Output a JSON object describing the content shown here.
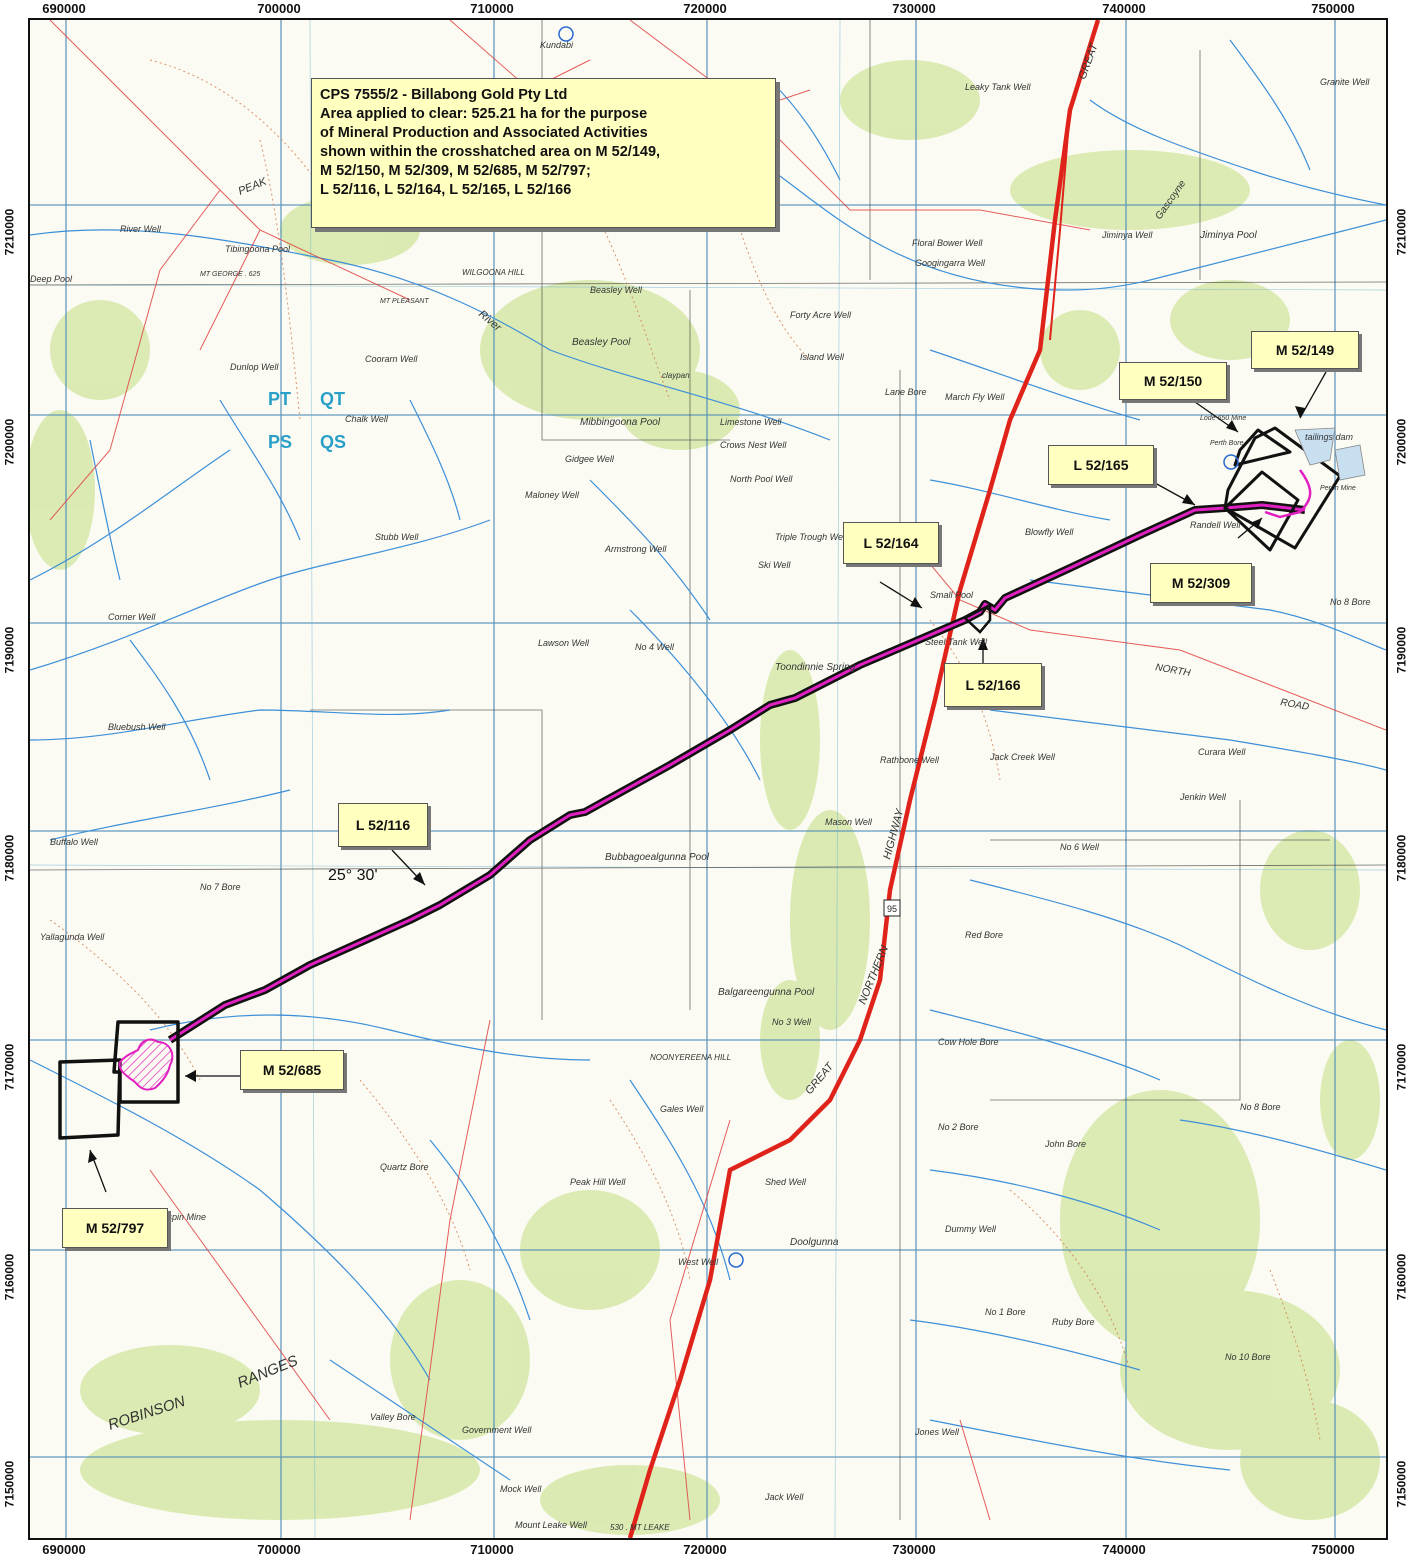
{
  "map": {
    "info_box": {
      "lines": [
        "CPS 7555/2 -  Billabong Gold Pty Ltd",
        "Area applied to clear: 525.21 ha for the purpose",
        "of Mineral Production and Associated Activities",
        "shown within the crosshatched area on M 52/149,",
        "M 52/150, M 52/309, M 52/685, M 52/797;",
        "L 52/116, L 52/164, L 52/165, L 52/166"
      ]
    },
    "easting_ticks": [
      "690000",
      "700000",
      "710000",
      "720000",
      "730000",
      "740000",
      "750000"
    ],
    "northing_ticks": [
      "7210000",
      "7200000",
      "7190000",
      "7180000",
      "7170000",
      "7160000",
      "7150000"
    ],
    "tenement_labels": {
      "m52_149": "M 52/149",
      "m52_150": "M 52/150",
      "l52_165": "L 52/165",
      "l52_164": "L 52/164",
      "m52_309": "M 52/309",
      "l52_166": "L 52/166",
      "l52_116": "L 52/116",
      "m52_685": "M 52/685",
      "m52_797": "M 52/797"
    },
    "grid_zone_labels": {
      "pt": "PT",
      "qt": "QT",
      "ps": "PS",
      "qs": "QS"
    },
    "latitude_label": "25° 30'",
    "place_labels": {
      "kundabi": "Kundabi",
      "peak": "PEAK",
      "river_well": "River Well",
      "tibingoona_pool": "Tibingoona Pool",
      "deep_pool": "Deep Pool",
      "mt_george": "MT GEORGE . 625",
      "wilgoona_hill": "WILGOONA HILL",
      "mt_pleasant": "MT PLEASANT",
      "river": "River",
      "beasley_pool": "Beasley Pool",
      "beasley_well": "Beasley Well",
      "coorarn_well": "Coorarn Well",
      "dunlop_well": "Dunlop Well",
      "mibbingoona_pool": "Mibbingoona Pool",
      "chalk_well": "Chalk Well",
      "gidgee_well": "Gidgee Well",
      "maloney_well": "Maloney Well",
      "armstrong_well": "Armstrong Well",
      "stubb_well": "Stubb Well",
      "corner_well": "Corner Well",
      "lawson_well": "Lawson Well",
      "no4_well": "No 4 Well",
      "bluebush_well": "Bluebush Well",
      "buffalo_well": "Buffalo Well",
      "no7_bore": "No 7 Bore",
      "bubbagoealgunna_pool": "Bubbagoealgunna Pool",
      "yallagunda_well": "Yallagunda Well",
      "balgareengunna_pool": "Balgareengunna Pool",
      "no3_well": "No 3 Well",
      "noonyereena_hill": "NOONYEREENA HILL",
      "gales_well": "Gales Well",
      "quartz_bore": "Quartz Bore",
      "peak_hill_well": "Peak Hill Well",
      "st_crispin_mine": "St Crispin Mine",
      "robinson": "ROBINSON",
      "ranges": "RANGES",
      "valley_bore": "Valley Bore",
      "government_well": "Government Well",
      "mount_leake_well": "Mount Leake Well",
      "mt_leake": "530 . MT LEAKE",
      "mock_well": "Mock Well",
      "jack_well": "Jack Well",
      "doolgunna": "Doolgunna",
      "west_well": "West Well",
      "shed_well": "Shed Well",
      "dummy_well": "Dummy Well",
      "no2_bore": "No 2 Bore",
      "john_bore": "John Bore",
      "no1_bore": "No 1 Bore",
      "ruby_bore": "Ruby Bore",
      "no10_bore": "No 10 Bore",
      "jones_well": "Jones Well",
      "cow_hole_bore": "Cow Hole Bore",
      "red_bore": "Red Bore",
      "no6_well": "No 6 Well",
      "no8_bore_south": "No 8 Bore",
      "jack_creek_well": "Jack Creek Well",
      "jenkin_well": "Jenkin Well",
      "curara_well": "Curara Well",
      "north": "NORTH",
      "road": "ROAD",
      "no8_bore_east": "No 8 Bore",
      "blowfly_well": "Blowfly Well",
      "randell_well": "Randell Well",
      "march_fly_well": "March Fly Well",
      "lane_bore": "Lane Bore",
      "forty_acre_well": "Forty Acre Well",
      "island_well": "Island Well",
      "limestone_well": "Limestone Well",
      "crows_nest_well": "Crows Nest Well",
      "north_pool_well": "North Pool Well",
      "triple_trough_well": "Triple Trough Well",
      "ski_well": "Ski Well",
      "steel_tank_well": "Steel Tank Well",
      "small_pool": "Small Pool",
      "toondinnie_spring": "Toondinnie Spring",
      "rathbone_well": "Rathbone Well",
      "mason_well": "Mason Well",
      "highway": "HIGHWAY",
      "northern": "NORTHERN",
      "great_south": "GREAT",
      "great_north": "GREAT",
      "route_95": "95",
      "floral_bower_well": "Floral Bower Well",
      "googingarra_well": "Googingarra Well",
      "jiminya_well": "Jiminya Well",
      "jiminya_pool": "Jiminya Pool",
      "gascoyne": "Gascoyne",
      "granite_well": "Granite Well",
      "leaky_tank_well": "Leaky Tank Well",
      "tailings_dam": "tailings dam",
      "mine_650": "Lode 650 Mine",
      "peron_mine": "Peron Mine",
      "perth_bore": "Perth Bore",
      "claypan": "claypan"
    }
  }
}
